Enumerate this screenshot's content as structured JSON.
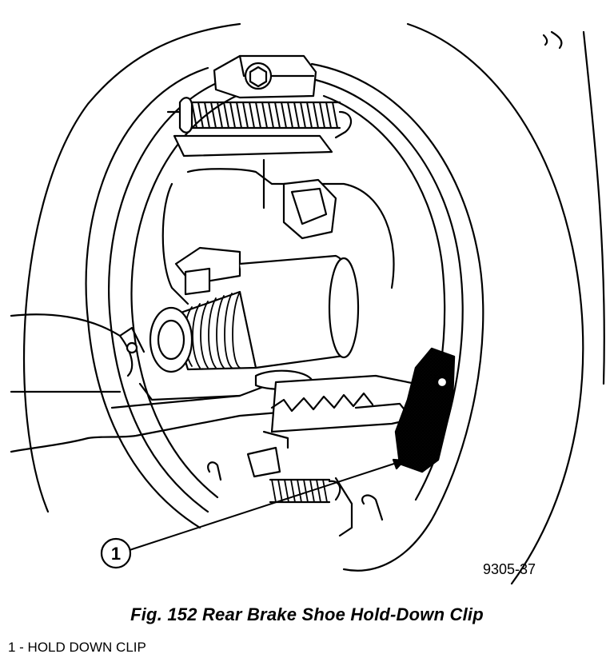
{
  "figure": {
    "code": "9305-37",
    "callouts": [
      {
        "number": "1"
      }
    ]
  },
  "caption": {
    "text": "Fig. 152 Rear Brake Shoe Hold-Down Clip"
  },
  "legend": {
    "items": [
      {
        "text": "1 - HOLD DOWN CLIP"
      }
    ]
  },
  "colors": {
    "ink": "#000000",
    "paper": "#ffffff",
    "clip_fill": "#9a9a9a"
  }
}
